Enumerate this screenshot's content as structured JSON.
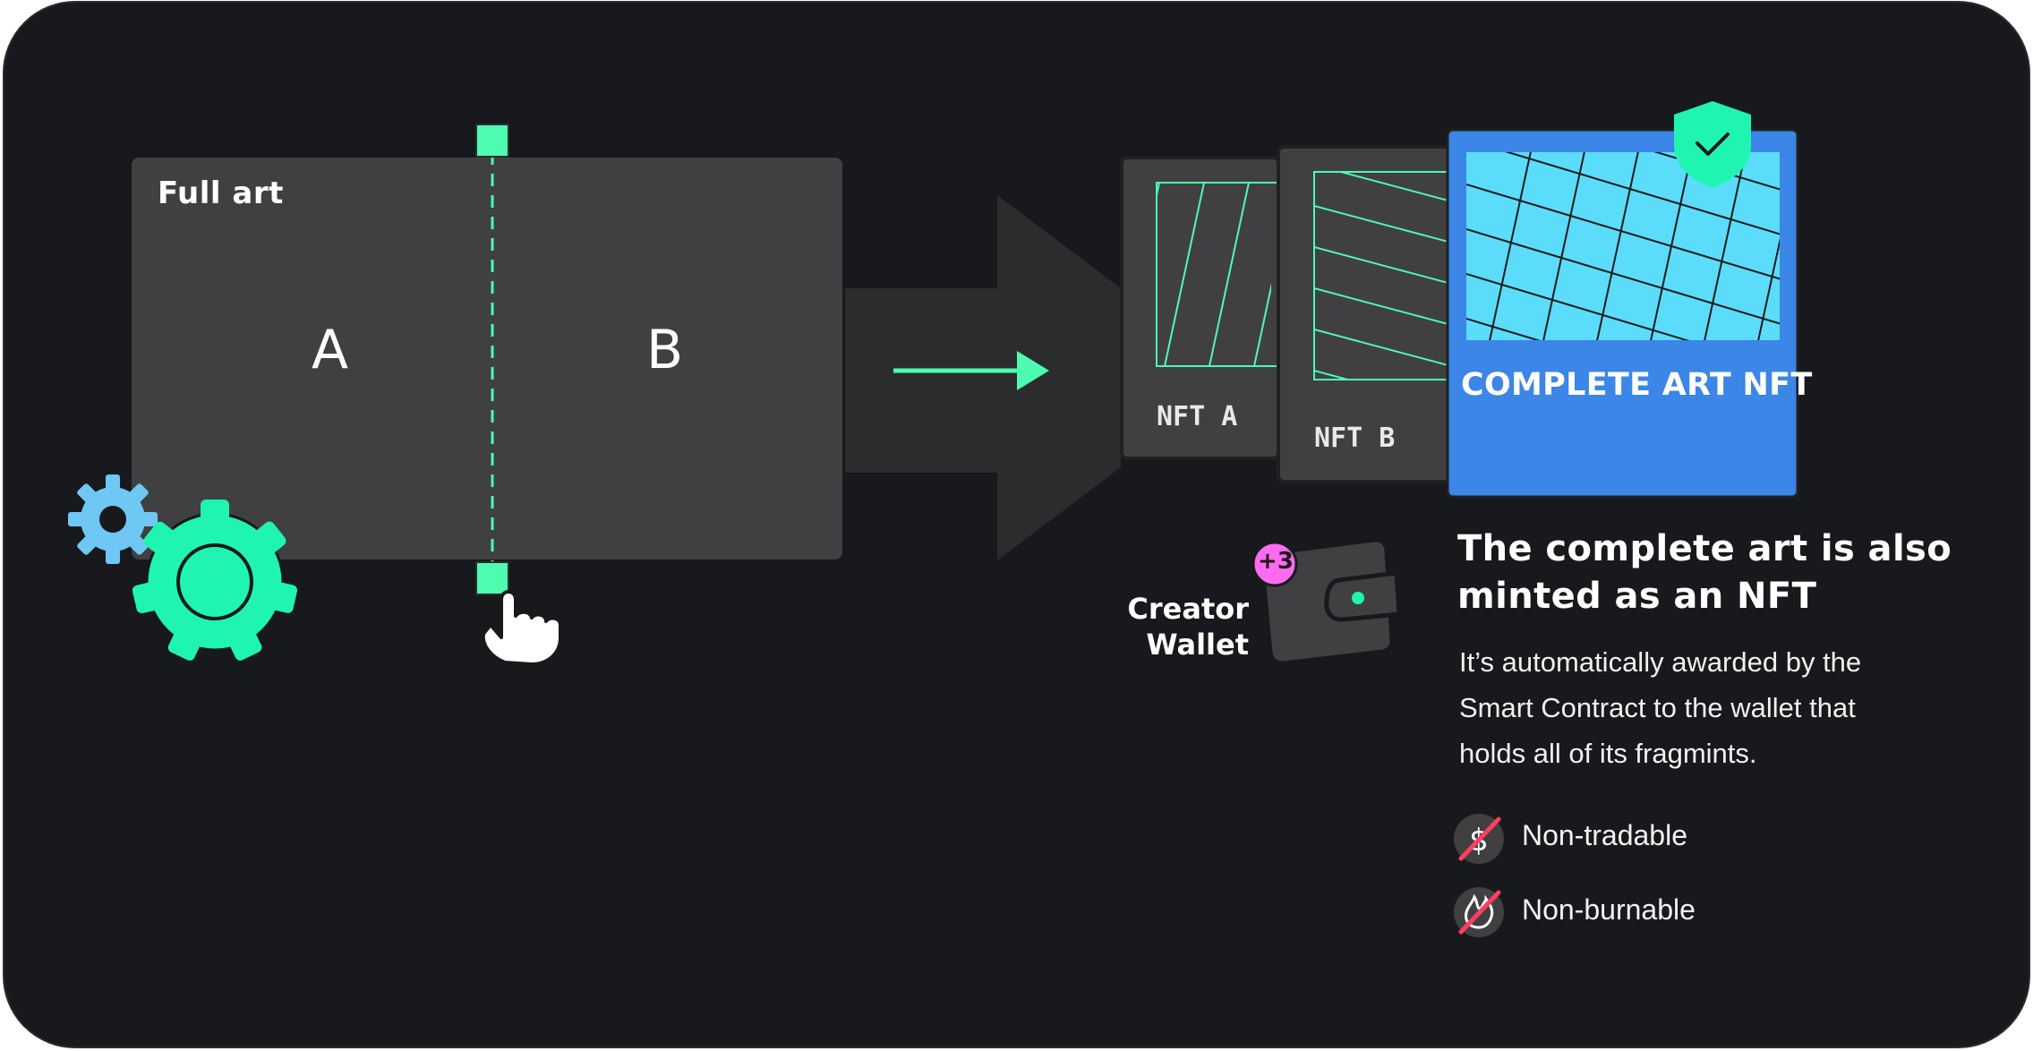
{
  "full_art": {
    "label": "Full art",
    "section_a": "A",
    "section_b": "B"
  },
  "fragments": {
    "nft_a": "NFT A",
    "nft_b": "NFT B",
    "complete": "COMPLETE ART NFT"
  },
  "wallet": {
    "line1": "Creator",
    "line2": "Wallet",
    "badge": "+3"
  },
  "info": {
    "headline_line1": "The complete art is also",
    "headline_line2": "minted as an NFT",
    "description_lines": [
      "It’s automatically awarded by the",
      "Smart Contract to the wallet that",
      "holds all of its fragmints."
    ],
    "properties": [
      {
        "label": "Non-tradable",
        "icon": "no-dollar-icon"
      },
      {
        "label": "Non-burnable",
        "icon": "no-fire-icon"
      }
    ]
  },
  "colors": {
    "background": "#17191c",
    "panel": "#404042",
    "accent_green": "#4dfcb0",
    "art_blue": "#5bdcfb",
    "card_blue": "#3b86e6",
    "gear_light_blue": "#6fc7f4",
    "badge_pink": "#ff6bf0",
    "strike_red": "#ff3d5c"
  }
}
